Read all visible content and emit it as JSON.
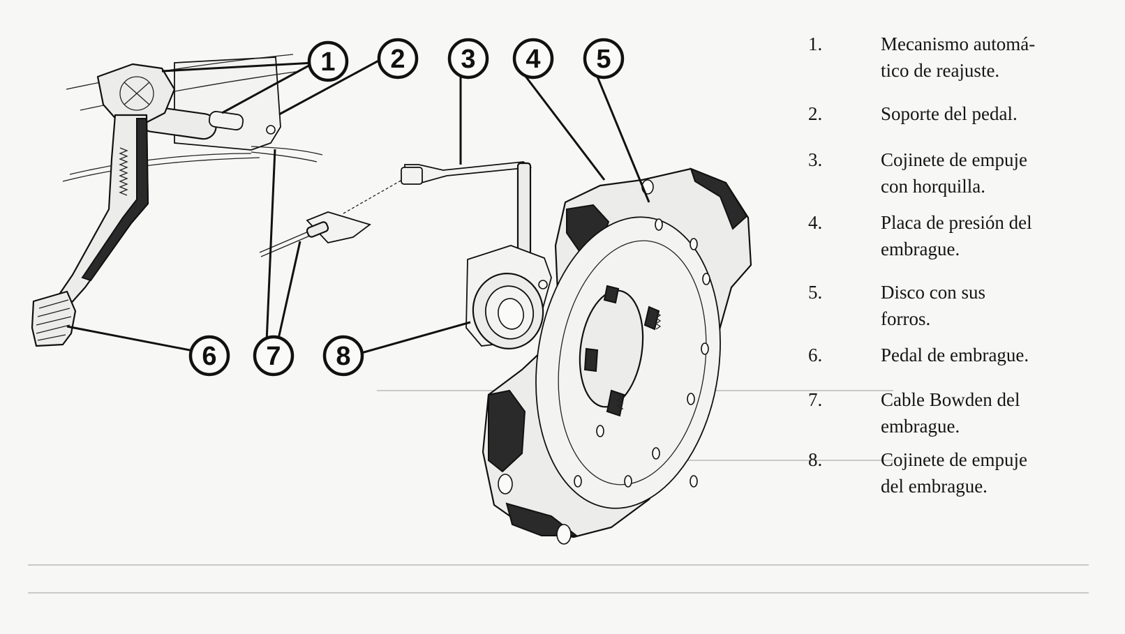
{
  "callouts": [
    {
      "number": "1"
    },
    {
      "number": "2"
    },
    {
      "number": "3"
    },
    {
      "number": "4"
    },
    {
      "number": "5"
    },
    {
      "number": "6"
    },
    {
      "number": "7"
    },
    {
      "number": "8"
    }
  ],
  "legend": [
    {
      "number": "1.",
      "lines": [
        "Mecanismo automá-",
        "tico de reajuste."
      ]
    },
    {
      "number": "2.",
      "lines": [
        "Soporte del pedal."
      ]
    },
    {
      "number": "3.",
      "lines": [
        "Cojinete de empuje",
        "con horquilla."
      ]
    },
    {
      "number": "4.",
      "lines": [
        "Placa de presión del",
        "embrague."
      ]
    },
    {
      "number": "5.",
      "lines": [
        "Disco con sus",
        "forros."
      ]
    },
    {
      "number": "6.",
      "lines": [
        "Pedal de embrague."
      ]
    },
    {
      "number": "7.",
      "lines": [
        "Cable Bowden  del",
        "embrague."
      ]
    },
    {
      "number": "8.",
      "lines": [
        "Cojinete de empuje",
        "del embrague."
      ]
    }
  ]
}
